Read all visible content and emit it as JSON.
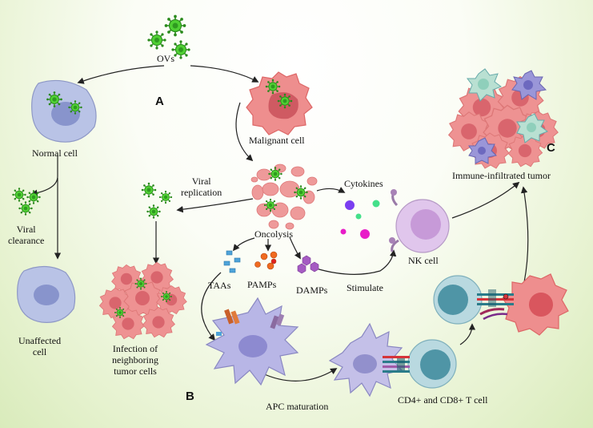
{
  "labels": {
    "ovs": "OVs",
    "normal_cell": "Normal cell",
    "malignant_cell": "Malignant cell",
    "viral_clearance_1": "Viral",
    "viral_clearance_2": "clearance",
    "unaffected_1": "Unaffected",
    "unaffected_2": "cell",
    "viral_replication_1": "Viral",
    "viral_replication_2": "replication",
    "oncolysis": "Oncolysis",
    "cytokines": "Cytokines",
    "nk_cell": "NK cell",
    "infection_1": "Infection of",
    "infection_2": "neighboring",
    "infection_3": "tumor cells",
    "taas": "TAAs",
    "pamps": "PAMPs",
    "damps": "DAMPs",
    "stimulate": "Stimulate",
    "apc_maturation": "APC maturation",
    "t_cell": "CD4+ and CD8+ T cell",
    "immune_tumor": "Immune-infiltrated tumor"
  },
  "sections": {
    "a": "A",
    "b": "B",
    "c": "C"
  },
  "colors": {
    "virus": "#3fbf2a",
    "virus_core": "#2a8a1c",
    "normal_cell": "#b9c3e6",
    "normal_nucleus": "#8894cc",
    "tumor": "#ec8e8e",
    "tumor_nucleus": "#cf5a62",
    "nk_cell": "#e0c6ec",
    "apc": "#b8b6e6",
    "t_cell": "#b9d9e0",
    "cytokine_purple": "#7a3ef0",
    "cytokine_green": "#44e08a",
    "cytokine_magenta": "#e81cc8",
    "taa": "#4ea3d9",
    "pamp": "#f06a20",
    "damp": "#a55bc2"
  }
}
